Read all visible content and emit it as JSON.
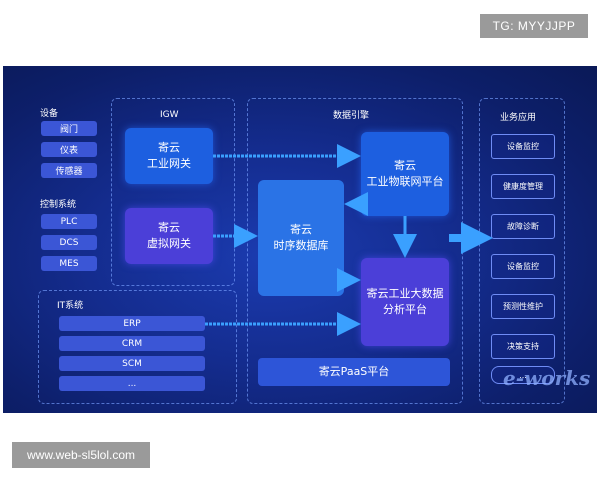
{
  "header_tag": "TG: MYYJJPP",
  "footer_tag": "www.web-sl5lol.com",
  "colors": {
    "background": "#0d1f6a",
    "pill": "#3b56d6",
    "box_blue": "#1d5fe0",
    "box_violet": "#4b3fd8",
    "arrow": "#3aa0ff"
  },
  "left": {
    "devices_label": "设备",
    "devices": [
      "阀门",
      "仪表",
      "传感器"
    ],
    "control_label": "控制系统",
    "control": [
      "PLC",
      "DCS",
      "MES"
    ],
    "it_label": "IT系统",
    "it": [
      "ERP",
      "CRM",
      "SCM",
      "..."
    ]
  },
  "igw": {
    "label": "IGW",
    "industrial_gateway": [
      "寄云",
      "工业网关"
    ],
    "virtual_gateway": [
      "寄云",
      "虚拟网关"
    ]
  },
  "engine": {
    "label": "数据引擎",
    "tsdb": [
      "寄云",
      "时序数据库"
    ],
    "iot_platform": [
      "寄云",
      "工业物联网平台"
    ],
    "bigdata_platform": [
      "寄云工业大数据",
      "分析平台"
    ],
    "paas": "寄云PaaS平台"
  },
  "apps": {
    "label": "业务应用",
    "items": [
      "设备监控",
      "健康度管理",
      "故障诊断",
      "设备监控",
      "预测性维护",
      "决策支持",
      "..."
    ]
  },
  "logo_icon": "e-works-logo"
}
